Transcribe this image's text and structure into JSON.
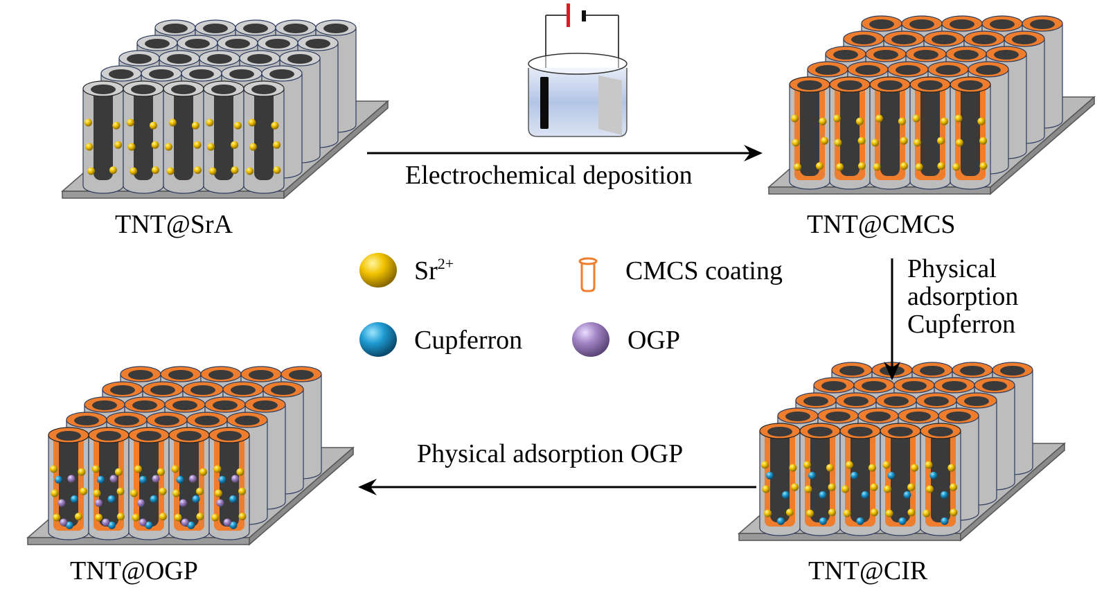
{
  "colors": {
    "tube_wall": "#bdbdbd",
    "tube_outline": "#2b3a5c",
    "tube_core": "#3a3a3a",
    "coating": "#ee7d2d",
    "substrate": "#b9b9b9",
    "sr": "#f2c200",
    "cupferron": "#1e9bd2",
    "ogp": "#a184c4",
    "battery_positive": "#e41a1a",
    "electrolyte": "#a9bde0"
  },
  "arrays": [
    {
      "id": "tnt-srA",
      "label": "TNT@SrA",
      "coated": false,
      "particles": [
        "sr"
      ]
    },
    {
      "id": "tnt-cmcs",
      "label": "TNT@CMCS",
      "coated": true,
      "particles": [
        "sr"
      ]
    },
    {
      "id": "tnt-cir",
      "label": "TNT@CIR",
      "coated": true,
      "particles": [
        "sr",
        "cupferron"
      ]
    },
    {
      "id": "tnt-ogp",
      "label": "TNT@OGP",
      "coated": true,
      "particles": [
        "sr",
        "cupferron",
        "ogp"
      ]
    }
  ],
  "steps": {
    "step1": "Electrochemical deposition",
    "step2_lines": [
      "Physical",
      "adsorption",
      "Cupferron"
    ],
    "step3": "Physical adsorption OGP"
  },
  "legend": {
    "sr": {
      "base": "Sr",
      "sup": "2+"
    },
    "cmcs": "CMCS coating",
    "cupferron": "Cupferron",
    "ogp": "OGP"
  }
}
